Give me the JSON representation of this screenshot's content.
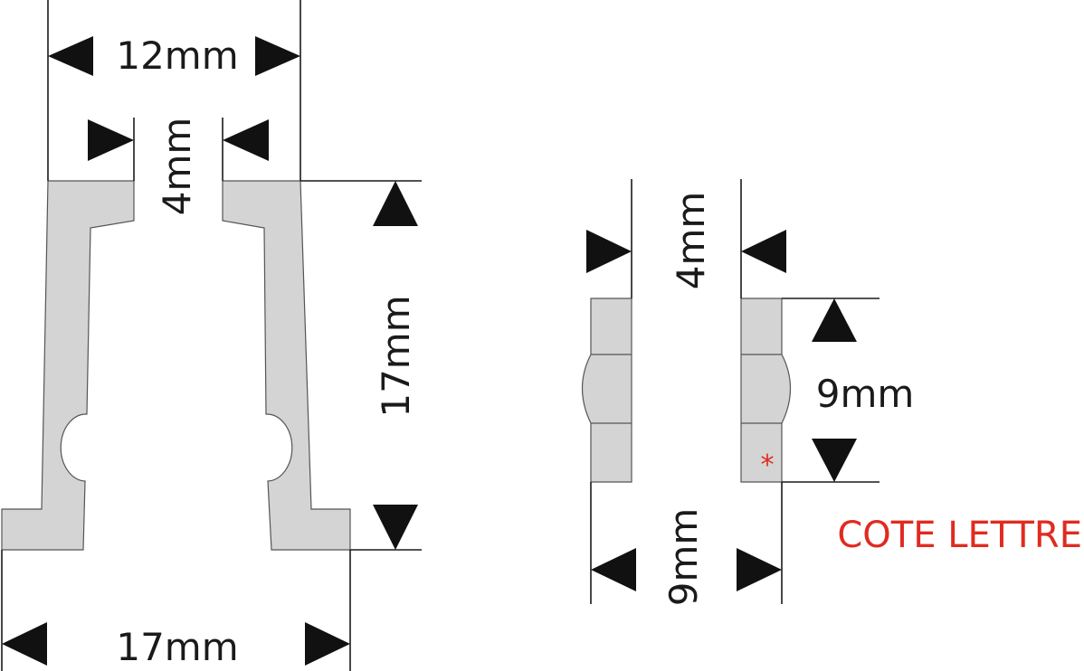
{
  "left_profile": {
    "top_width_label": "12mm",
    "gap_label": "4mm",
    "height_label": "17mm",
    "bottom_width_label": "17mm"
  },
  "right_profile": {
    "gap_label": "4mm",
    "height_label": "9mm",
    "width_label": "9mm",
    "asterisk": "*",
    "note_label": "COTE LETTRE"
  },
  "colors": {
    "profile_fill": "#d4d4d4",
    "outline": "#555555",
    "arrow": "#111111",
    "accent_red": "#e02b20"
  }
}
